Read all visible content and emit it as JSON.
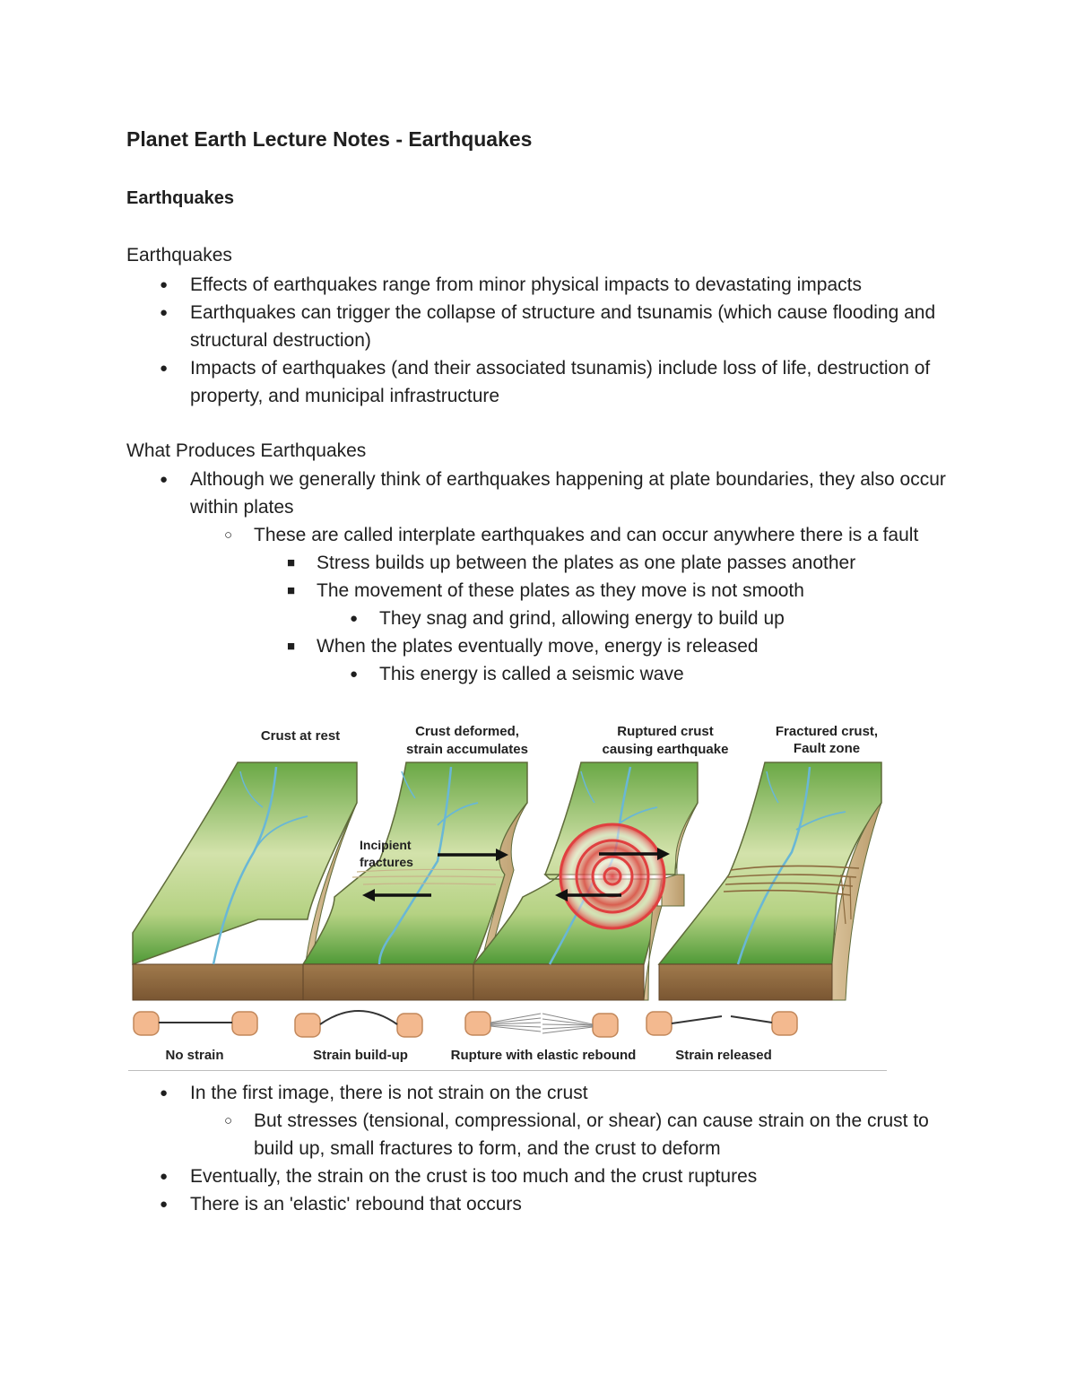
{
  "title": "Planet Earth Lecture Notes - Earthquakes",
  "heading": "Earthquakes",
  "section1": {
    "title": "Earthquakes",
    "bullets": [
      "Effects of earthquakes range from minor physical impacts to devastating impacts",
      "Earthquakes can trigger the collapse of structure and tsunamis (which cause flooding and structural destruction)",
      "Impacts of earthquakes (and their associated tsunamis) include loss of life, destruction of property, and municipal infrastructure"
    ]
  },
  "section2": {
    "title": "What Produces Earthquakes",
    "items": [
      "Although we generally think of earthquakes happening at plate boundaries, they also occur within plates",
      "These are called interplate earthquakes and can occur anywhere there is a fault",
      "Stress builds up between the plates as one plate passes another",
      "The movement of these plates as they move is not smooth",
      "They snag and grind, allowing energy to build up",
      "When the plates eventually move, energy is released",
      "This energy is called a seismic wave"
    ]
  },
  "figure": {
    "panel_titles": [
      [
        "Crust at rest"
      ],
      [
        "Crust deformed,",
        "strain accumulates"
      ],
      [
        "Ruptured crust",
        "causing earthquake"
      ],
      [
        "Fractured crust,",
        "Fault zone"
      ]
    ],
    "incipient_label": [
      "Incipient",
      "fractures"
    ],
    "captions": [
      "No strain",
      "Strain build-up",
      "Rupture with elastic rebound",
      "Strain released"
    ],
    "colors": {
      "grass_top": "#79b351",
      "grass_mid": "#c9dc9c",
      "soil": "#a07a4c",
      "river": "#69b7d6",
      "quake": "#e04040"
    }
  },
  "section3": {
    "items": [
      "In the first image, there is not strain on the crust",
      "But stresses (tensional, compressional, or shear) can cause strain on the crust to build up, small fractures to form, and the crust to deform",
      "Eventually, the strain on the crust is too much and the crust ruptures",
      "There is an 'elastic' rebound that occurs"
    ]
  },
  "markers": {
    "disc": "●",
    "circle": "○",
    "square": "■"
  }
}
